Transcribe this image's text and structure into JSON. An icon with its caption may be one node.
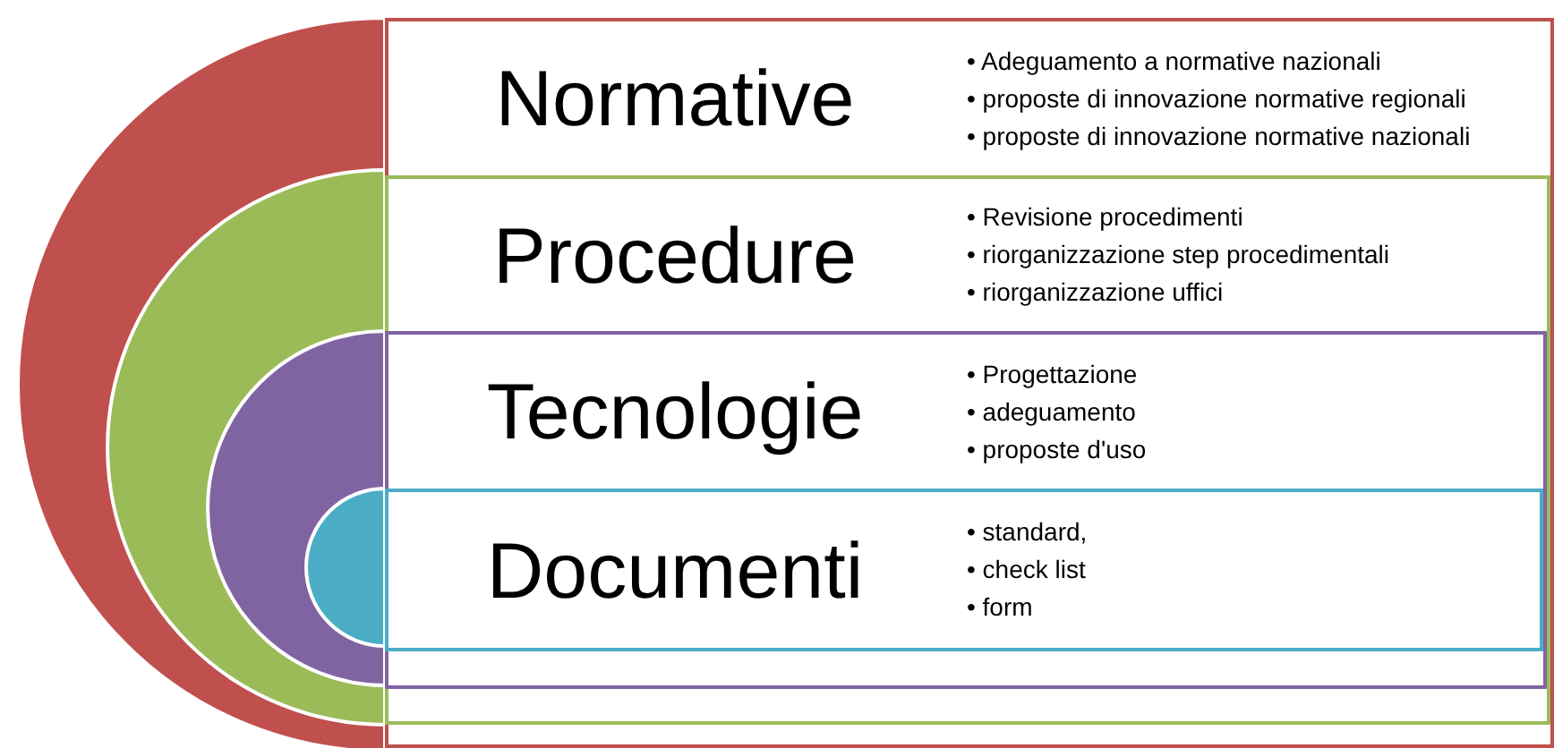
{
  "diagram": {
    "nodes": [
      {
        "text": [
          "Normative",
          "• Adeguamento a normative nazionali",
          "• proposte di innovazione normative regionali",
          "• proposte di innovazione normative nazionali"
        ]
      },
      {
        "text": [
          "Procedure",
          "• Revisione procedimenti",
          "• riorganizzazione step procedimentali",
          "• riorganizzazione uffici"
        ],
        "in": 0
      },
      {
        "text": [
          "Tecnologie",
          "• Progettazione",
          "• adeguamento",
          "• proposte d'uso"
        ],
        "in": 1
      },
      {
        "text": [
          "Documenti",
          "• standard,",
          "• check list",
          "• form"
        ],
        "in": 2
      }
    ]
  }
}
